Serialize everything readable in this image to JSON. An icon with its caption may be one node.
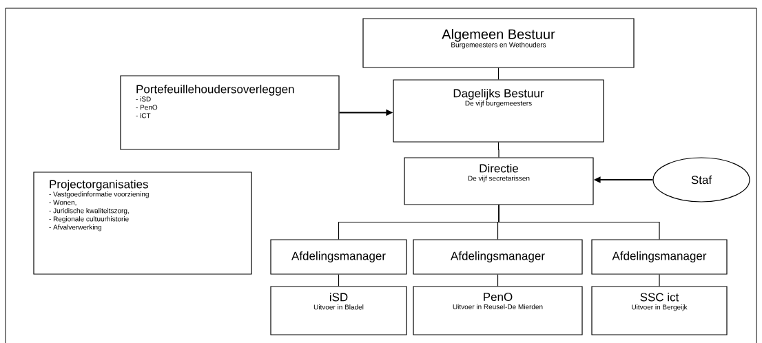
{
  "diagram": {
    "nodes": [
      {
        "text": [
          "Algemeen Bestuur",
          "Burgemeesters en Wethouders"
        ]
      },
      {
        "text": [
          "Portefeuillehoudersoverleggen",
          "- iSD",
          "- PenO",
          "- iCT"
        ]
      },
      {
        "text": [
          "Dagelijks Bestuur",
          "De vijf burgemeesters"
        ]
      },
      {
        "text": [
          "Directie",
          "De vijf secretarissen"
        ]
      },
      {
        "text": [
          "Staf"
        ]
      },
      {
        "text": [
          "Projectorganisaties",
          "- Vastgoedinformatie voorziening",
          "- Wonen,",
          "- Juridische kwaliteitszorg,",
          "- Regionale cultuurhistorie",
          "- Afvalverwerking"
        ]
      },
      {
        "text": [
          "Afdelingsmanager"
        ]
      },
      {
        "text": [
          "Afdelingsmanager"
        ]
      },
      {
        "text": [
          "Afdelingsmanager"
        ]
      },
      {
        "text": [
          "iSD",
          "Uitvoer in Bladel"
        ]
      },
      {
        "text": [
          "PenO",
          "Uitvoer in Reusel-De Mierden"
        ]
      },
      {
        "text": [
          "SSC ict",
          "Uitvoer in Bergeijk"
        ]
      }
    ],
    "edges": [
      {
        "from": 0,
        "to": 2,
        "arrow": "none"
      },
      {
        "from": 1,
        "to": 2,
        "arrow": "to"
      },
      {
        "from": 2,
        "to": 3,
        "arrow": "none"
      },
      {
        "from": 4,
        "to": 3,
        "arrow": "to"
      },
      {
        "from": 3,
        "to": 6,
        "arrow": "none"
      },
      {
        "from": 3,
        "to": 7,
        "arrow": "none"
      },
      {
        "from": 3,
        "to": 8,
        "arrow": "none"
      },
      {
        "from": 6,
        "to": 9,
        "arrow": "none"
      },
      {
        "from": 7,
        "to": 10,
        "arrow": "none"
      },
      {
        "from": 8,
        "to": 11,
        "arrow": "none"
      }
    ]
  }
}
